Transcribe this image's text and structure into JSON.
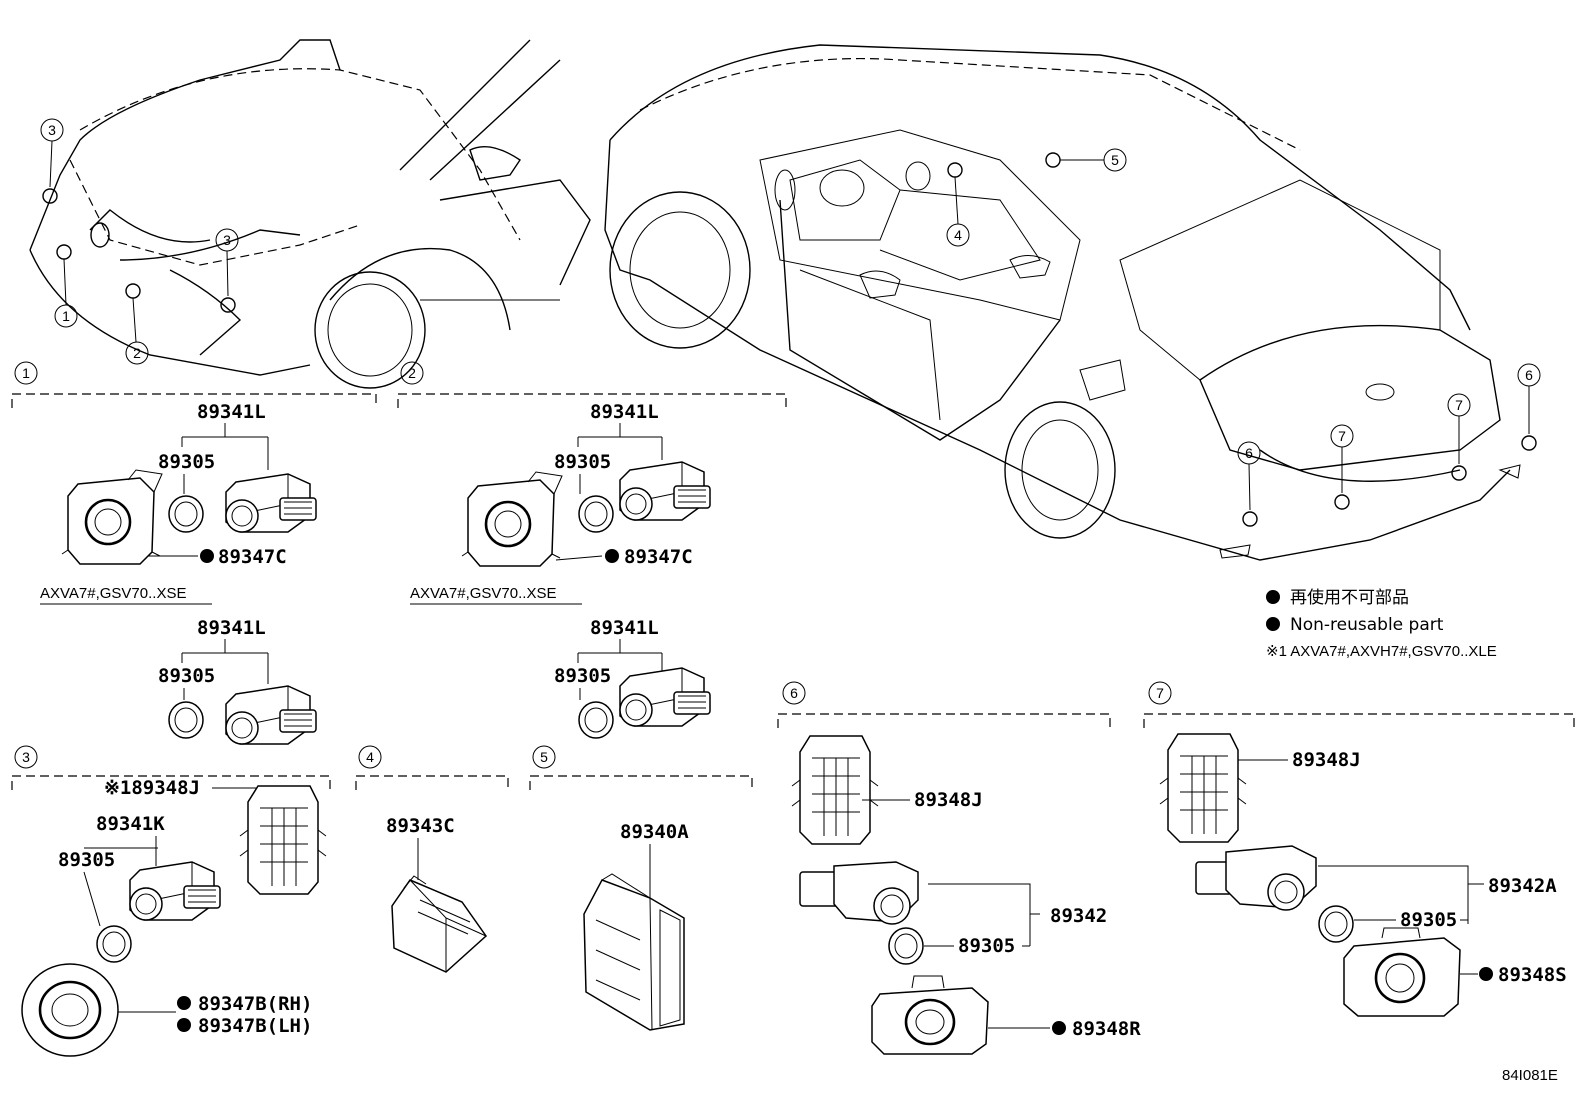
{
  "callouts": {
    "c3a": "3",
    "c1a": "1",
    "c3b": "3",
    "c2a": "2",
    "c5a": "5",
    "c4a": "4",
    "c6a": "6",
    "c7a": "7",
    "c7b": "7",
    "c6b": "6"
  },
  "sections": {
    "s1": "1",
    "s2": "2",
    "s3": "3",
    "s4": "4",
    "s5": "5",
    "s6": "6",
    "s7": "7"
  },
  "parts": {
    "g1_assy": "89341L",
    "g1_ring": "89305",
    "g1_bezel": "89347C",
    "g1b_variant": "AXVA7#,GSV70..XSE",
    "g1b_assy": "89341L",
    "g1b_ring": "89305",
    "g2_assy": "89341L",
    "g2_ring": "89305",
    "g2_bezel": "89347C",
    "g2b_variant": "AXVA7#,GSV70..XSE",
    "g2b_assy": "89341L",
    "g2b_ring": "89305",
    "g3_bracket": "※189348J",
    "g3_assy": "89341K",
    "g3_ring": "89305",
    "g3_bezel_rh": "89347B(RH)",
    "g3_bezel_lh": "89347B(LH)",
    "g4_part": "89343C",
    "g5_part": "89340A",
    "g6_bracket": "89348J",
    "g6_assy": "89342",
    "g6_ring": "89305",
    "g6_bezel": "89348R",
    "g7_bracket": "89348J",
    "g7_assy": "89342A",
    "g7_ring": "89305",
    "g7_bezel": "89348S"
  },
  "legend": {
    "jp": "再使用不可部品",
    "en": "Non-reusable part",
    "note": "※1 AXVA7#,AXVH7#,GSV70..XLE"
  },
  "diagram_id": "84I081E"
}
